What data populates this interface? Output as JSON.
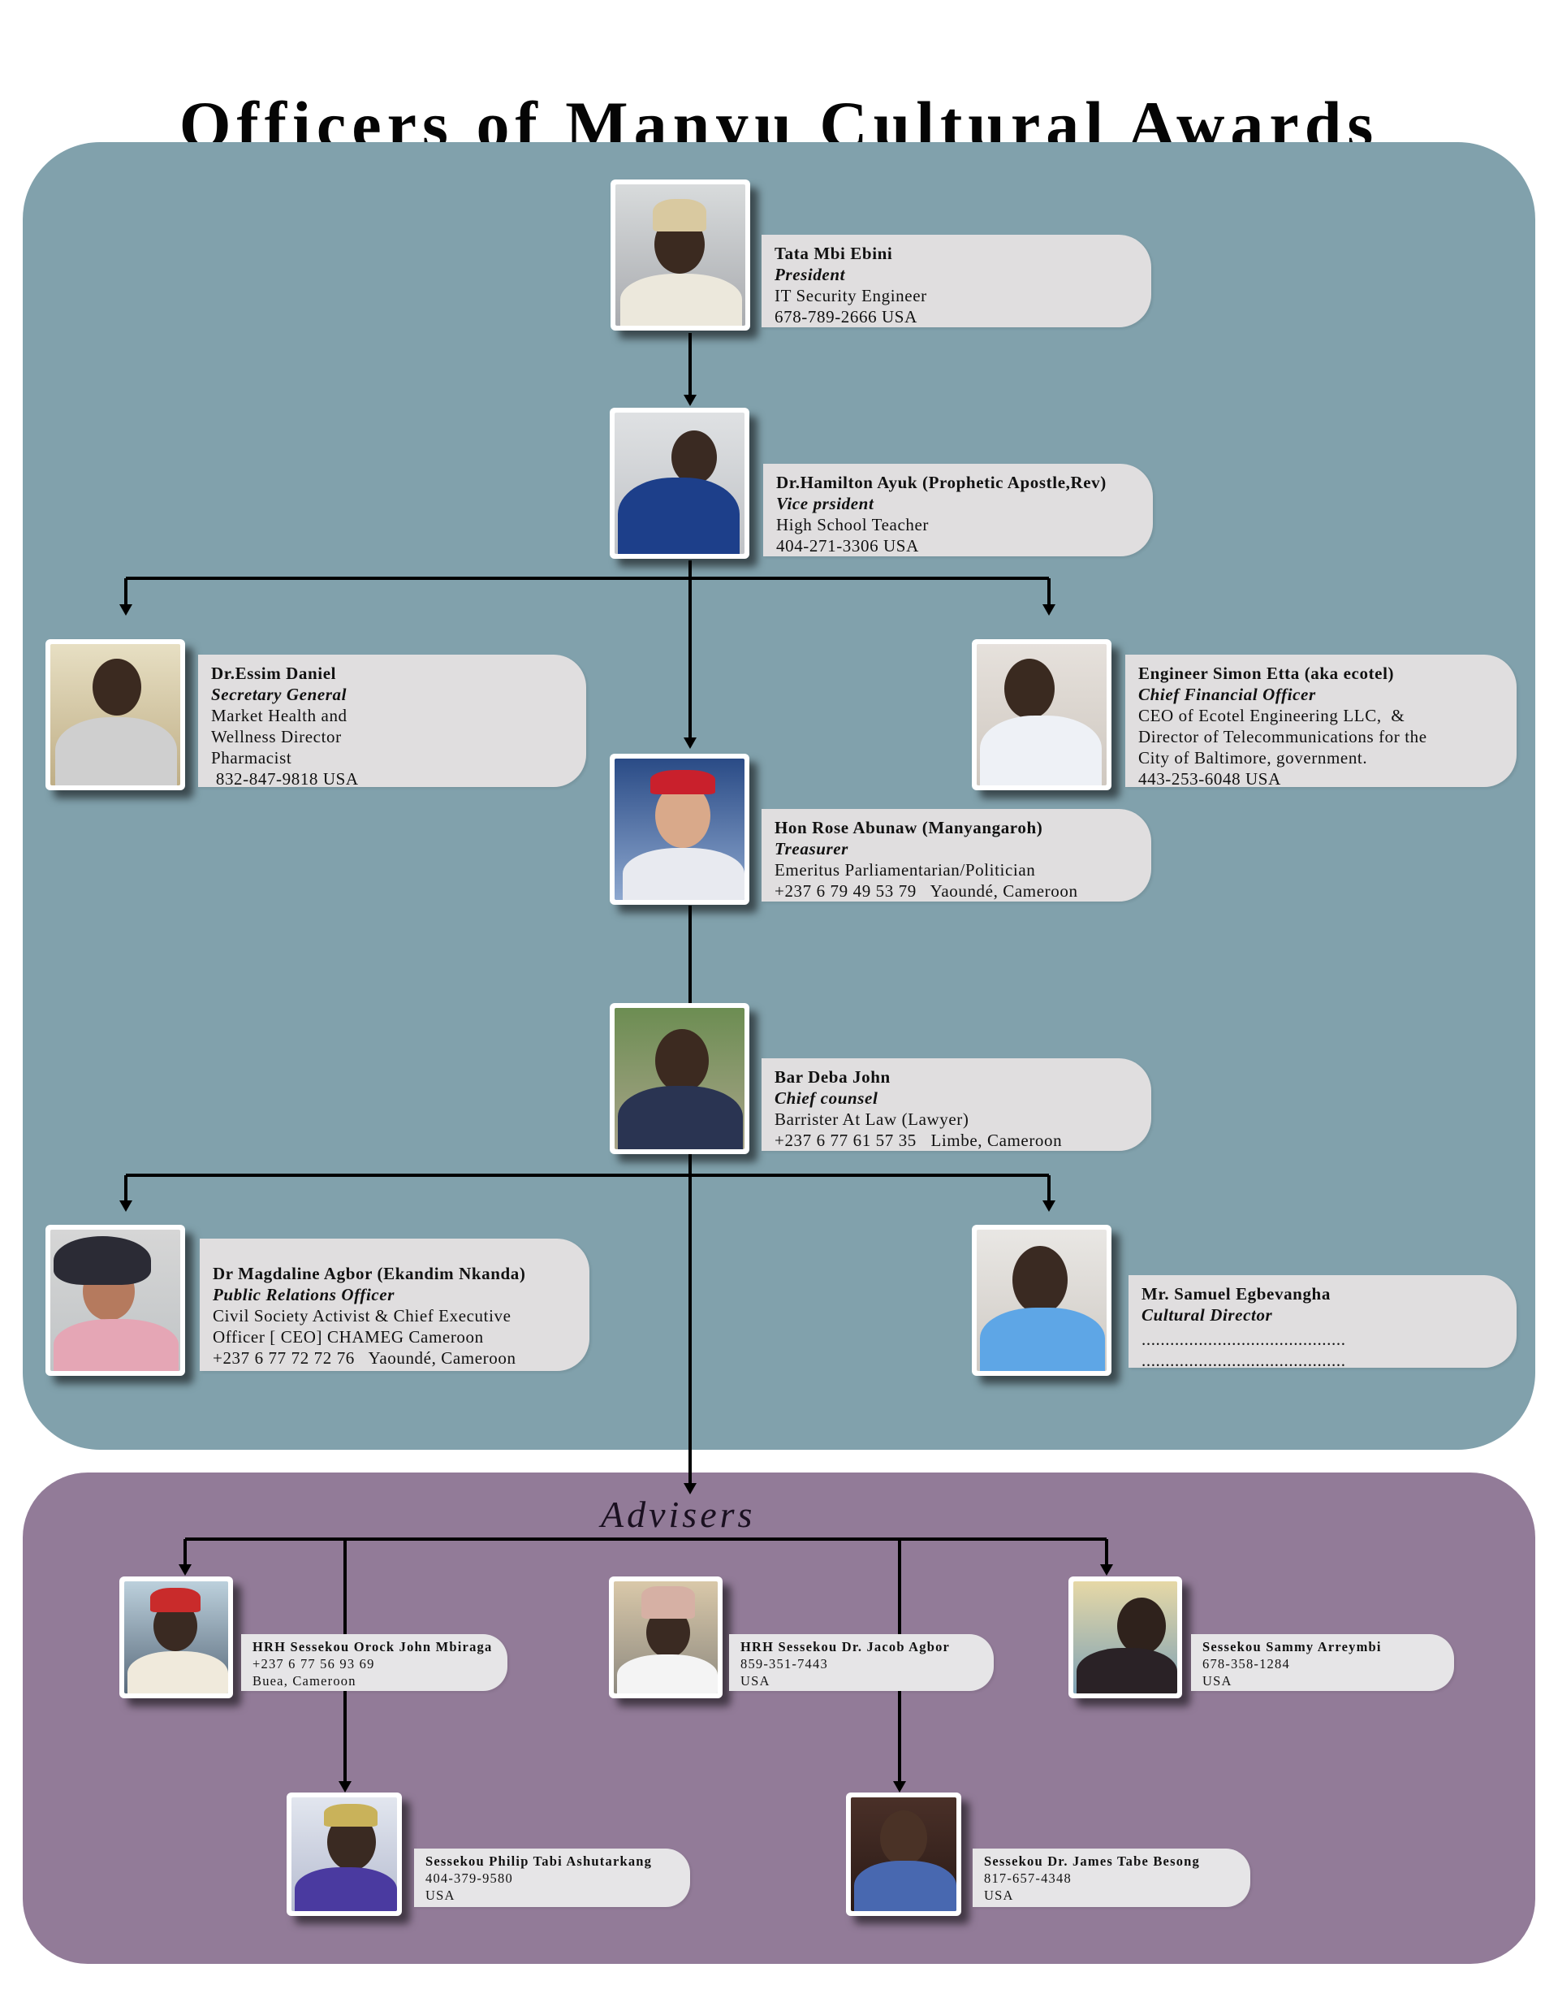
{
  "title": "Officers of Manyu Cultural Awards",
  "colors": {
    "officers_panel": "#81a1ac",
    "advisers_panel": "#927b98",
    "card_bg": "#e0dedf",
    "connector": "#000000"
  },
  "officers": {
    "president": {
      "name": "Tata Mbi Ebini",
      "role": "President",
      "lines": [
        "IT Security Engineer",
        "678-789-2666 USA"
      ]
    },
    "vice_president": {
      "name": "Dr.Hamilton Ayuk (Prophetic Apostle,Rev)",
      "role": "Vice prsident",
      "lines": [
        "High School Teacher",
        "404-271-3306 USA"
      ]
    },
    "secretary_general": {
      "name": "Dr.Essim Daniel",
      "role": "Secretary General",
      "lines": [
        "Market Health and",
        "Wellness Director",
        "Pharmacist",
        " 832-847-9818 USA"
      ]
    },
    "chief_financial_officer": {
      "name": "Engineer Simon Etta (aka ecotel)",
      "role": "Chief Financial Officer",
      "lines": [
        "CEO of Ecotel Engineering LLC,  &",
        "Director of Telecommunications for the",
        "City of Baltimore, government.",
        "443-253-6048 USA"
      ]
    },
    "treasurer": {
      "name": "Hon Rose Abunaw (Manyangaroh)",
      "role": "Treasurer",
      "lines": [
        "Emeritus Parliamentarian/Politician",
        "+237 6 79 49 53 79   Yaoundé, Cameroon"
      ]
    },
    "chief_counsel": {
      "name": "Bar Deba John",
      "role": "Chief counsel",
      "lines": [
        "Barrister At Law (Lawyer)",
        "+237 6 77 61 57 35   Limbe, Cameroon"
      ]
    },
    "public_relations_officer": {
      "name": "Dr Magdaline Agbor (Ekandim Nkanda)",
      "role": "Public Relations Officer",
      "lines": [
        "Civil Society Activist & Chief Executive",
        "Officer [ CEO] CHAMEG Cameroon",
        "+237 6 77 72 72 76   Yaoundé, Cameroon"
      ]
    },
    "cultural_director": {
      "name": "Mr. Samuel Egbevangha",
      "role": "Cultural Director",
      "lines": [
        "...........................................",
        "..........................................."
      ]
    }
  },
  "advisers": {
    "label": "Advisers",
    "members": [
      {
        "name": "HRH Sessekou Orock John Mbiraga",
        "lines": [
          "+237 6 77 56 93 69",
          "Buea, Cameroon"
        ]
      },
      {
        "name": "HRH Sessekou Dr. Jacob Agbor",
        "lines": [
          "859-351-7443",
          "USA"
        ]
      },
      {
        "name": "Sessekou Sammy Arreymbi",
        "lines": [
          "678-358-1284",
          "USA"
        ]
      },
      {
        "name": "Sessekou Philip Tabi Ashutarkang",
        "lines": [
          "404-379-9580",
          "USA"
        ]
      },
      {
        "name": "Sessekou Dr. James Tabe Besong",
        "lines": [
          "817-657-4348",
          "USA"
        ]
      }
    ]
  }
}
